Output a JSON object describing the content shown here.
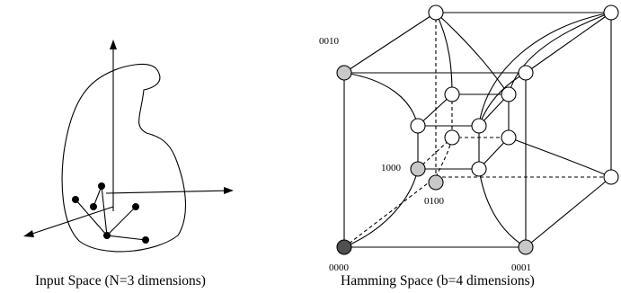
{
  "input_space": {
    "caption": "Input Space (N=3 dimensions)"
  },
  "hamming_space": {
    "caption": "Hamming Space (b=4 dimensions)",
    "labels": {
      "c0000": "0000",
      "c0001": "0001",
      "c0010": "0010",
      "c1000": "1000",
      "c0100": "0100"
    },
    "colors": {
      "empty_node": "#ffffff",
      "gray_node": "#c8c8c8",
      "dark_node": "#505050"
    }
  }
}
